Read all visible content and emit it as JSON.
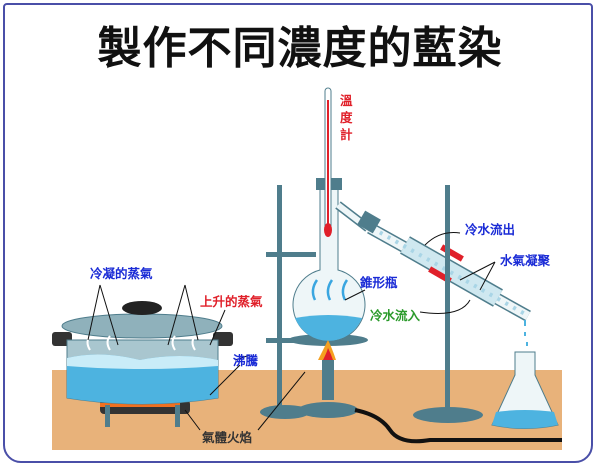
{
  "title": "製作不同濃度的藍染",
  "labels": {
    "condensed_vapor": "冷凝的蒸氣",
    "rising_vapor": "上升的蒸氣",
    "boiling": "沸騰",
    "gas_flame": "氣體火焰",
    "thermometer": [
      "溫",
      "度",
      "計"
    ],
    "cold_water_out": "冷水流出",
    "vapor_condensing": "水氣凝聚",
    "flask": "錐形瓶",
    "cold_water_in": "冷水流入"
  },
  "colors": {
    "frame": "#4a4fa8",
    "table": "#e8b27a",
    "water": "#4db3e0",
    "metal": "#4f7d8c",
    "blue_label": "#1a2bd6",
    "red_label": "#e0202a",
    "green_label": "#2a9a2a"
  }
}
